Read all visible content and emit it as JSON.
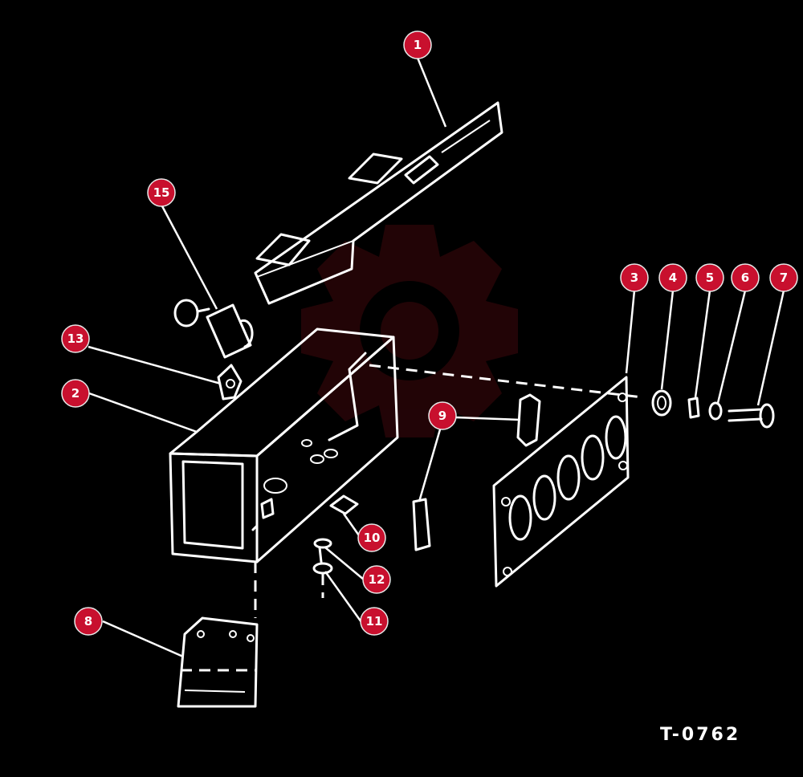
{
  "figure_code": "T-0762",
  "accent_color": "#c8102e",
  "watermark_icon": "gear-watermark-icon",
  "callouts": [
    {
      "label": "1"
    },
    {
      "label": "2"
    },
    {
      "label": "3"
    },
    {
      "label": "4"
    },
    {
      "label": "5"
    },
    {
      "label": "6"
    },
    {
      "label": "7"
    },
    {
      "label": "8"
    },
    {
      "label": "9"
    },
    {
      "label": "10"
    },
    {
      "label": "11"
    },
    {
      "label": "12"
    },
    {
      "label": "13"
    },
    {
      "label": "15"
    }
  ]
}
